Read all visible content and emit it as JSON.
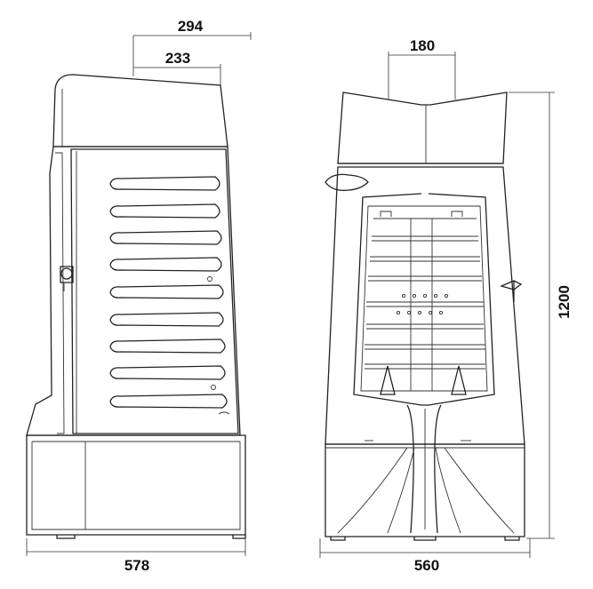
{
  "dimensions": {
    "top_outer": "294",
    "top_inner": "233",
    "top_front": "180",
    "base_side": "578",
    "base_front": "560",
    "height": "1200"
  }
}
